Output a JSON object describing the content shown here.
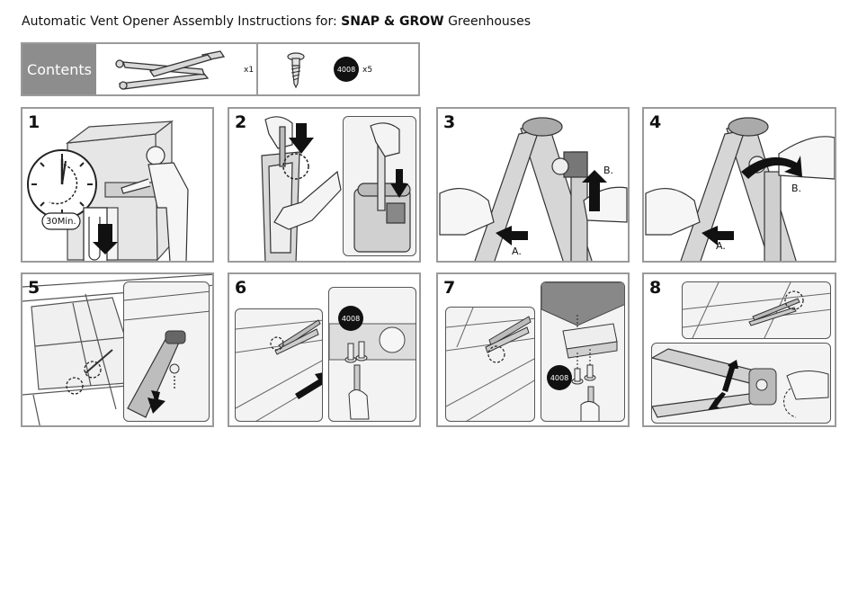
{
  "header": {
    "title_prefix": "Automatic Vent Opener Assembly Instructions for: ",
    "title_brand": "SNAP & GROW",
    "title_suffix": " Greenhouses"
  },
  "contents": {
    "label": "Contents",
    "opener_qty": "x1",
    "screw_code": "4008",
    "screw_qty": "x5"
  },
  "steps": [
    {
      "number": "1",
      "timer_label": "30Min."
    },
    {
      "number": "2"
    },
    {
      "number": "3",
      "label_a": "A.",
      "label_b": "B."
    },
    {
      "number": "4",
      "label_a": "A.",
      "label_b": "B."
    },
    {
      "number": "5"
    },
    {
      "number": "6",
      "screw_code": "4008"
    },
    {
      "number": "7",
      "screw_code": "4008"
    },
    {
      "number": "8"
    }
  ],
  "colors": {
    "border": "#9a9a9a",
    "contents_bg": "#8d8d8d",
    "arrow": "#111111"
  }
}
